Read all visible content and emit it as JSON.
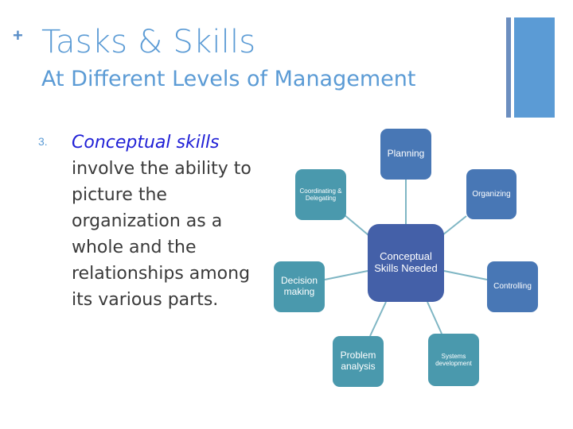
{
  "slide": {
    "plus": "+",
    "title": "Tasks & Skills",
    "subtitle": "At Different Levels of Management",
    "list_number": "3.",
    "body_em": "Conceptual skills",
    "body_rest": " involve the ability to picture the organization as a whole and the relationships among its various parts."
  },
  "diagram": {
    "center": "Conceptual Skills Needed",
    "nodes": {
      "planning": "Planning",
      "organizing": "Organizing",
      "controlling": "Controlling",
      "systems": "Systems development",
      "problem": "Problem analysis",
      "decision": "Decision making",
      "coordinating": "Coordinating & Delegating"
    }
  },
  "colors": {
    "title": "#5b9bd5",
    "teal_node": "#4a99ad",
    "blue_node": "#4877b5",
    "center_node": "#4460a8",
    "connector": "#7fb6c4",
    "emphasis_text": "#1f1fd6"
  }
}
